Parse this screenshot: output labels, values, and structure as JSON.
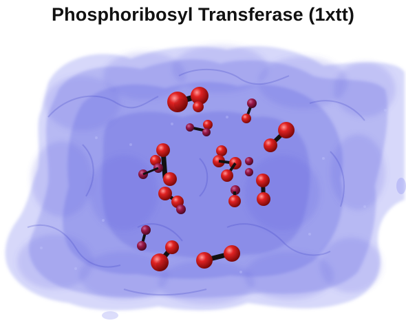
{
  "title": "Phosphoribosyl Transferase (1xtt)",
  "colors": {
    "surface": "#7b7ff0",
    "surface_dark": "#3b3fc8",
    "atom": "#d41818",
    "atom_highlight": "#ff8a8a",
    "bond": "#111111"
  },
  "molecules": [
    {
      "name": "water-1"
    },
    {
      "name": "water-2"
    },
    {
      "name": "water-3"
    },
    {
      "name": "water-4"
    },
    {
      "name": "water-5"
    },
    {
      "name": "water-6"
    },
    {
      "name": "water-7"
    },
    {
      "name": "water-8"
    },
    {
      "name": "water-9"
    },
    {
      "name": "water-10"
    },
    {
      "name": "water-11"
    },
    {
      "name": "water-12"
    },
    {
      "name": "water-13"
    },
    {
      "name": "water-14"
    },
    {
      "name": "water-15"
    },
    {
      "name": "water-16"
    }
  ]
}
